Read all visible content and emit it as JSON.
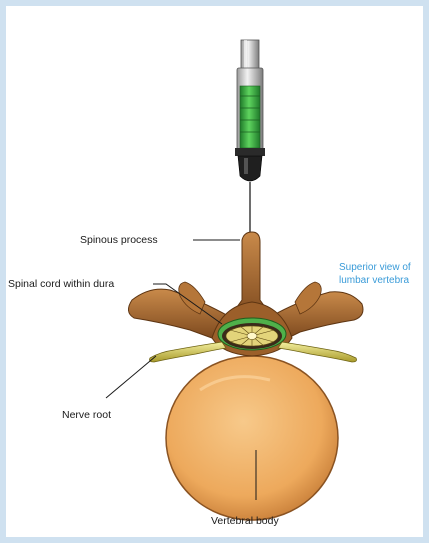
{
  "labels": {
    "spinous_process": "Spinous process",
    "spinal_cord": "Spinal cord within dura",
    "view_title_line1": "Superior view of",
    "view_title_line2": "lumbar vertebra",
    "nerve_root": "Nerve root",
    "vertebral_body": "Vertebral body"
  },
  "colors": {
    "frame": "#cfe1f0",
    "bone": "#a0652e",
    "vertebral_body": "#f0b36a",
    "dura": "#4fb04a",
    "syringe_fluid": "#4fc24f",
    "title_blue": "#3a9bd8"
  }
}
